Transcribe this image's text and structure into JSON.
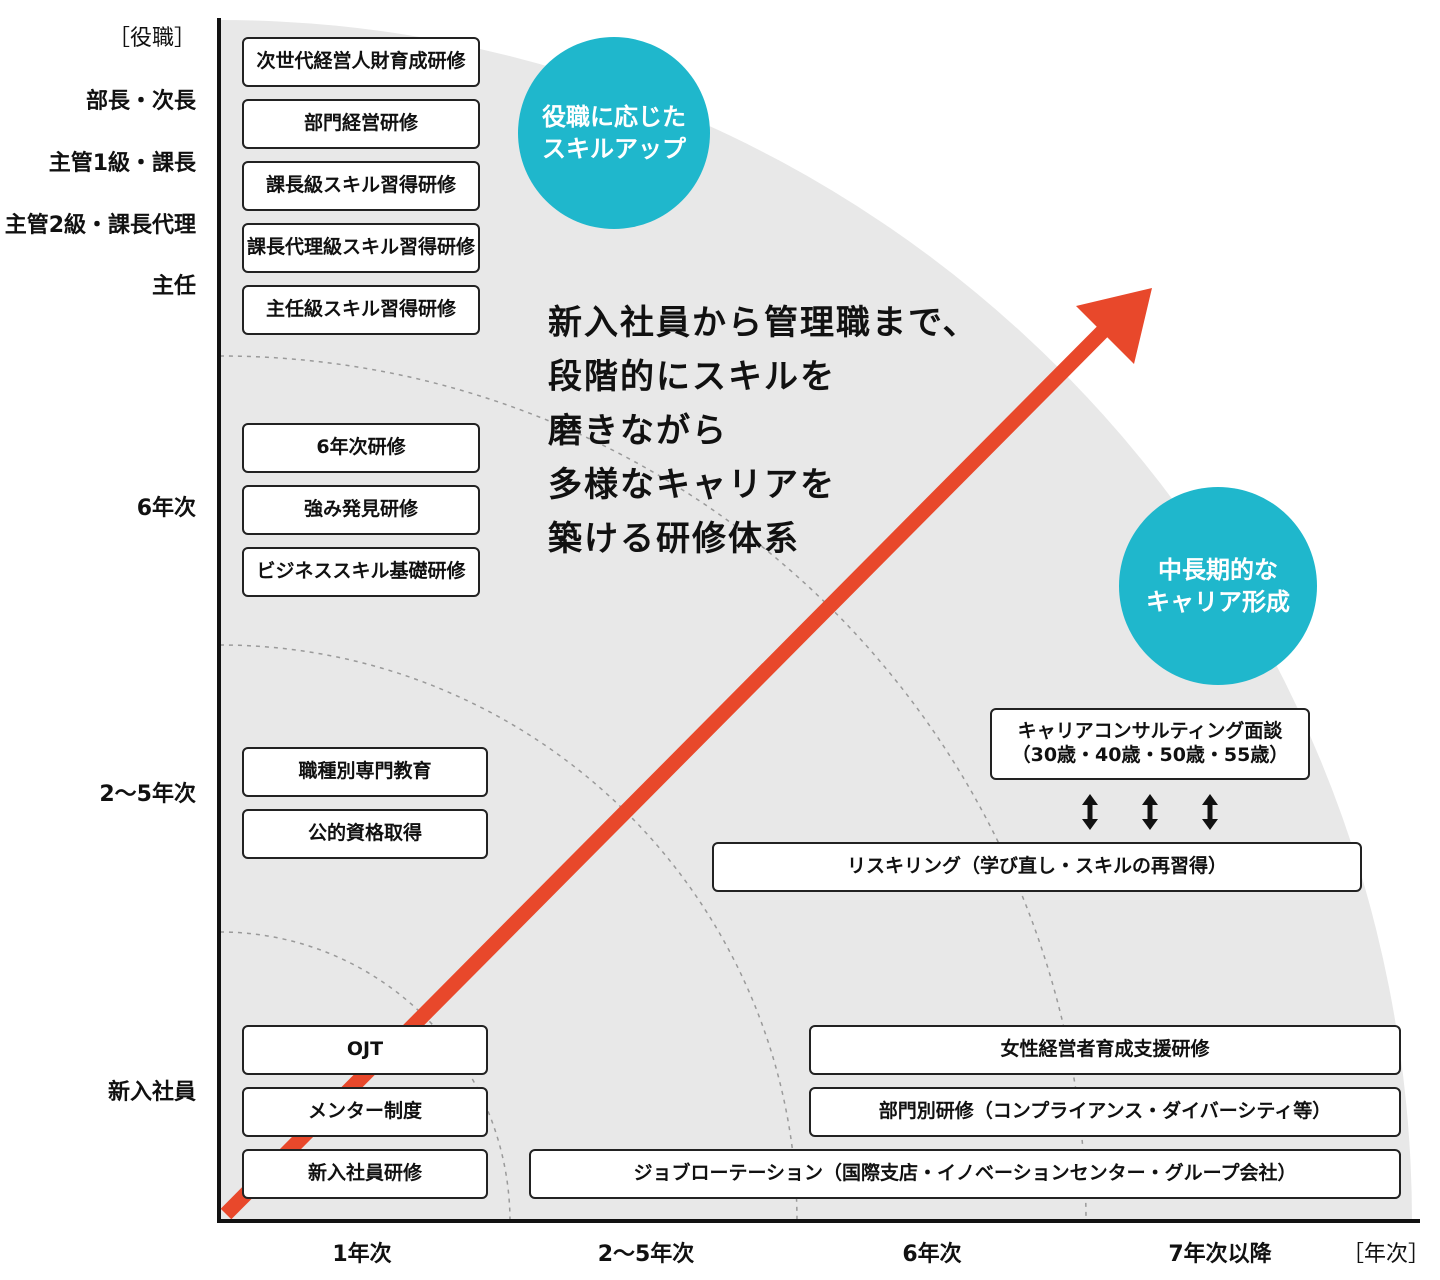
{
  "axes": {
    "y_unit": "［役職］",
    "x_unit": "［年次］",
    "y_labels": [
      "部長・次長",
      "主管1級・課長",
      "主管2級・課長代理",
      "主任",
      "6年次",
      "2～5年次",
      "新入社員"
    ],
    "x_labels": [
      "1年次",
      "2～5年次",
      "6年次",
      "7年次以降"
    ]
  },
  "headline": [
    "新入社員から管理職まで、",
    "段階的にスキルを",
    "磨きながら",
    "多様なキャリアを",
    "築ける研修体系"
  ],
  "badges": {
    "role_skillup": [
      "役職に応じた",
      "スキルアップ"
    ],
    "career": [
      "中長期的な",
      "キャリア形成"
    ]
  },
  "programs": {
    "management": [
      "次世代経営人財育成研修",
      "部門経営研修",
      "課長級スキル習得研修",
      "課長代理級スキル習得研修",
      "主任級スキル習得研修"
    ],
    "year6": [
      "6年次研修",
      "強み発見研修",
      "ビジネススキル基礎研修"
    ],
    "year2_5": [
      "職種別専門教育",
      "公的資格取得"
    ],
    "newhire": [
      "OJT",
      "メンター制度",
      "新入社員研修"
    ],
    "consulting": [
      "キャリアコンサルティング面談",
      "（30歳・40歳・50歳・55歳）"
    ],
    "reskilling": "リスキリング（学び直し・スキルの再習得）",
    "women": "女性経営者育成支援研修",
    "department": "部門別研修（コンプライアンス・ダイバーシティ等）",
    "job_rotation": "ジョブローテーション（国際支店・イノベーションセンター・グループ会社）"
  },
  "colors": {
    "quadrant_fill": "#e8e8e8",
    "arrow": "#e8482b",
    "badge": "#1fb7cc",
    "axis": "#111111",
    "dotted_arc": "#9a9a9a"
  },
  "icons": [
    "up-down-arrow-icon",
    "up-down-arrow-icon",
    "up-down-arrow-icon"
  ]
}
